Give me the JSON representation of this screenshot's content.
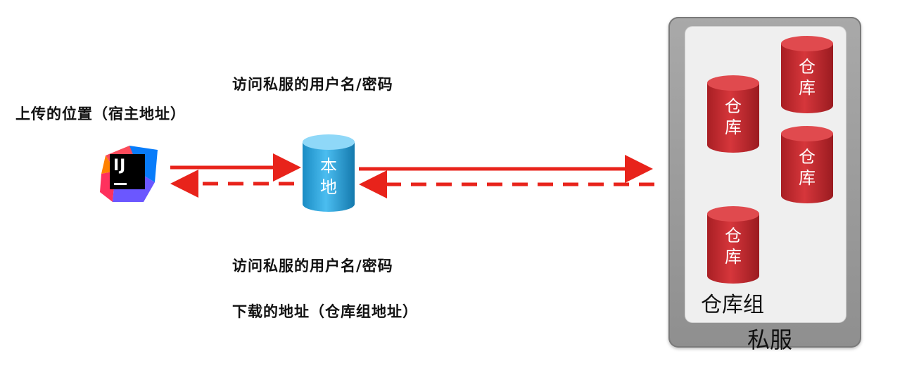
{
  "labels": {
    "upload_location": "上传的位置（宿主地址）",
    "credentials_top": "访问私服的用户名/密码",
    "credentials_bottom": "访问私服的用户名/密码",
    "download_address": "下载的地址（仓库组地址）"
  },
  "ide": {
    "icon": "intellij-idea-icon",
    "text": "IJ"
  },
  "local": {
    "line1": "本",
    "line2": "地"
  },
  "server": {
    "name": "私服",
    "group_label": "仓库组",
    "repos": [
      {
        "line1": "仓",
        "line2": "库"
      },
      {
        "line1": "仓",
        "line2": "库"
      },
      {
        "line1": "仓",
        "line2": "库"
      },
      {
        "line1": "仓",
        "line2": "库"
      }
    ]
  },
  "colors": {
    "arrow": "#e8231b",
    "local_cylinder": "#2aa3d8",
    "repo_cylinder": "#c0272d",
    "server_frame": "#9a9a9a"
  }
}
